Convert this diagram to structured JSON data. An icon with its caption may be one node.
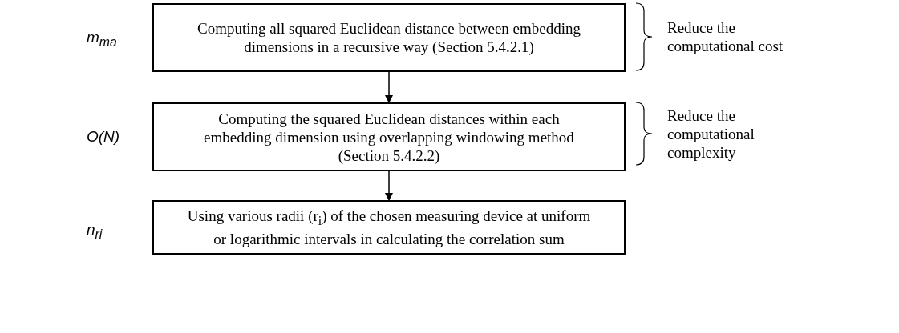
{
  "diagram": {
    "nodes": [
      {
        "text": [
          "Computing all squared Euclidean distance between embedding dimensions in a recursive way (Section 5.4.2.1)"
        ],
        "beside": [
          "m$_{ma}$",
          "Reduce the computational cost"
        ]
      },
      {
        "text": [
          "Computing the squared Euclidean distances within each embedding dimension using overlapping windowing method (Section 5.4.2.2)"
        ],
        "beside": [
          "O(N)",
          "Reduce the computational complexity"
        ]
      },
      {
        "text": [
          "Using various radii (r$_{i}$) of the chosen measuring device at uniform or logarithmic intervals in calculating the correlation sum"
        ],
        "beside": [
          "n$_{ri}$"
        ]
      }
    ],
    "edges": [
      {
        "from": 0,
        "to": 1,
        "arrow": "to"
      },
      {
        "from": 1,
        "to": 2,
        "arrow": "to"
      }
    ]
  }
}
